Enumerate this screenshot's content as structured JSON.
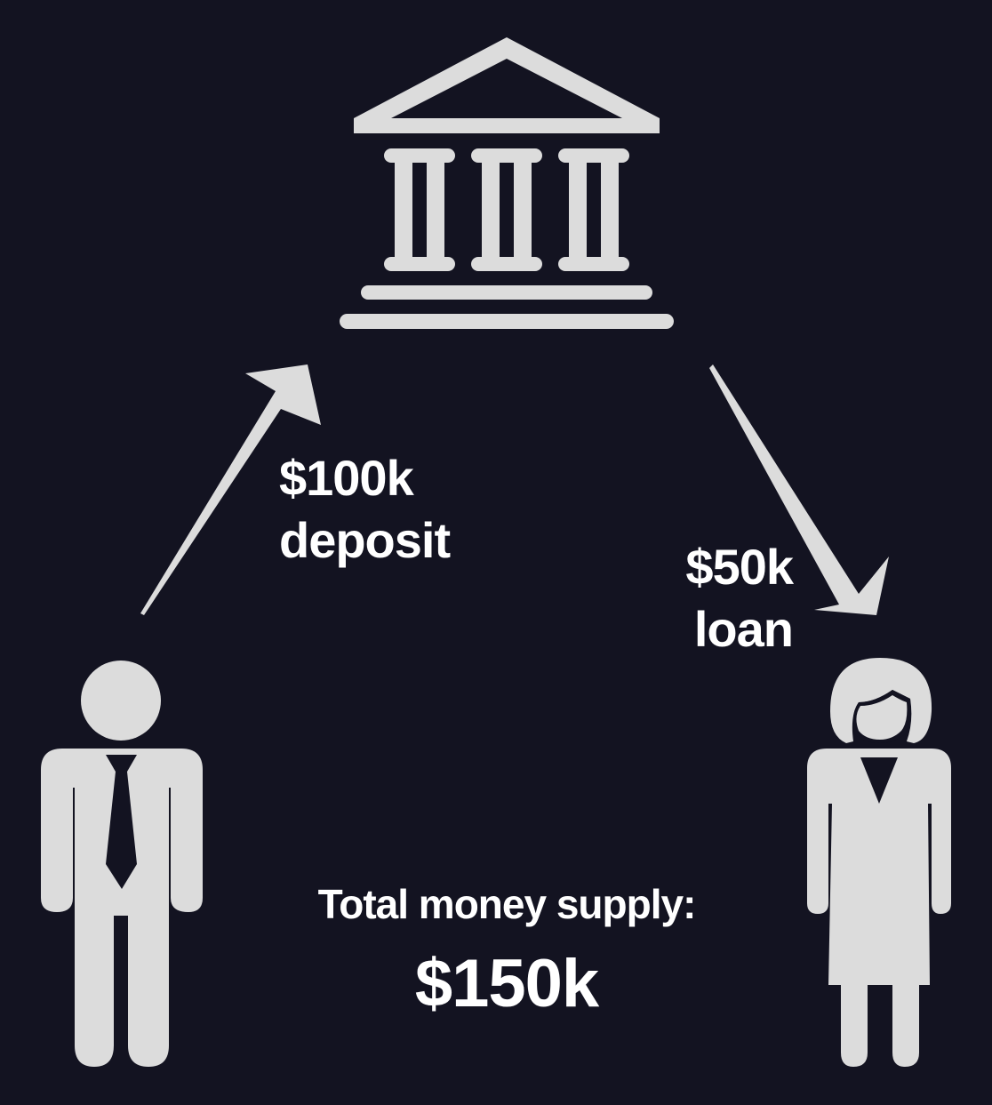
{
  "colors": {
    "background": "#131321",
    "icon_fill": "#dcdcdc",
    "text": "#ffffff"
  },
  "icons": {
    "bank": "bank-icon",
    "depositor": "man-icon",
    "borrower": "woman-icon",
    "deposit_arrow": "arrow-up-right-icon",
    "loan_arrow": "arrow-down-right-icon"
  },
  "deposit": {
    "amount": "$100k",
    "word": "deposit"
  },
  "loan": {
    "amount": "$50k",
    "word": "loan"
  },
  "total": {
    "caption": "Total money supply:",
    "value": "$150k"
  }
}
